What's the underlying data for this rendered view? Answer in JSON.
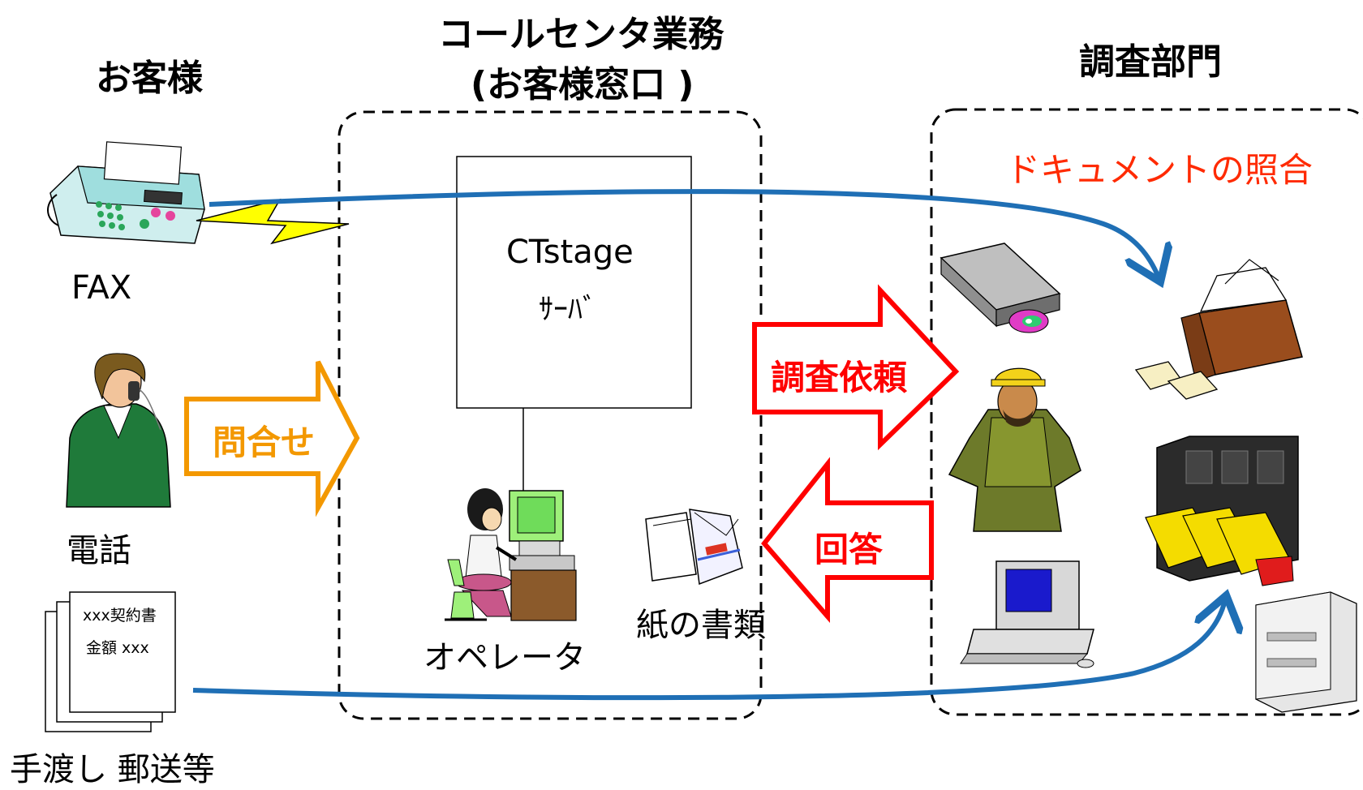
{
  "headers": {
    "customer": "お客様",
    "callcenter_line1": "コールセンタ業務",
    "callcenter_line2": "(お客様窓口 )",
    "investigation": "調査部門"
  },
  "customer_channels": {
    "fax": "FAX",
    "phone": "電話",
    "paper": "手渡し 郵送等",
    "doc_line1": "xxx契約書",
    "doc_line2": "金額 xxx"
  },
  "callcenter": {
    "server_line1": "CTstage",
    "server_line2": "ｻｰﾊﾞ",
    "operator": "オペレータ",
    "paper_docs": "紙の書類"
  },
  "arrows": {
    "inquiry": "問合せ",
    "request": "調査依頼",
    "answer": "回答"
  },
  "investigation": {
    "doc_check": "ドキュメントの照合"
  },
  "colors": {
    "inquiry_arrow": "#f39800",
    "request_arrow": "#ff0000",
    "flow_line": "#1f6fb5",
    "doc_check_text": "#ff2a00"
  }
}
